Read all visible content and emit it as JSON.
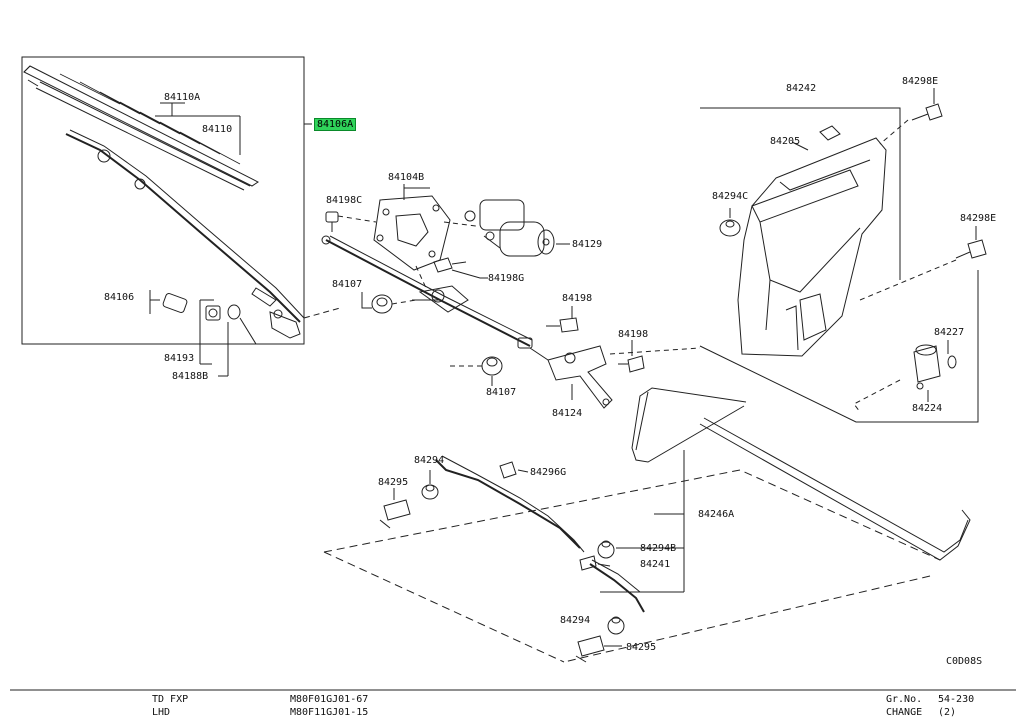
{
  "parts": {
    "p84110A": "84110A",
    "p84110": "84110",
    "p84106A": "84106A",
    "p84106": "84106",
    "p84193": "84193",
    "p84188B": "84188B",
    "p84104B": "84104B",
    "p84198C": "84198C",
    "p84198G": "84198G",
    "p84107a": "84107",
    "p84107b": "84107",
    "p84129": "84129",
    "p84198": "84198",
    "p84198b": "84198",
    "p84124": "84124",
    "p84242": "84242",
    "p84205": "84205",
    "p84294C": "84294C",
    "p84298Ea": "84298E",
    "p84298Eb": "84298E",
    "p84227": "84227",
    "p84224": "84224",
    "p84294a": "84294",
    "p84295a": "84295",
    "p84296G": "84296G",
    "p84246A": "84246A",
    "p84294B": "84294B",
    "p84241": "84241",
    "p84294b": "84294",
    "p84295b": "84295"
  },
  "figure_code": "C0D08S",
  "footer": {
    "row1_left": "TD  FXP",
    "row1_mid": "M80F01GJ01-67",
    "row1_right_label": "Gr.No.",
    "row1_right_value": "54-230",
    "row2_left": "LHD",
    "row2_mid": "M80F11GJ01-15",
    "row2_right_label": "CHANGE",
    "row2_right_value": "(2)"
  }
}
